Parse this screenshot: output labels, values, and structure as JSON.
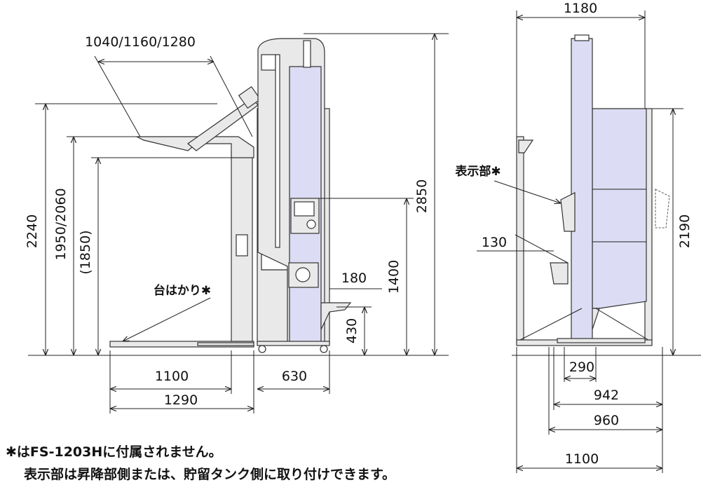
{
  "side_view": {
    "dims": {
      "hopper_width": "1040/1160/1280",
      "hopper_height_max": "2240",
      "table_height": "1950/2060",
      "table_height_alt": "(1850)",
      "total_height": "2850",
      "display_height": "1400",
      "chute_height": "430",
      "chute_depth": "180",
      "scale_width": "1100",
      "scale_total": "1290",
      "frame_depth": "630"
    },
    "labels": {
      "scale": "台はかり✱"
    }
  },
  "front_view": {
    "dims": {
      "top_width": "1180",
      "tank_height": "2190",
      "side_offset": "130",
      "outlet_width": "290",
      "width_942": "942",
      "width_960": "960",
      "base_width": "1100"
    },
    "labels": {
      "display": "表示部✱"
    }
  },
  "notes": [
    "✱はFS-1203Hに付属されません。",
    "表示部は昇降部側または、貯留タンク側に取り付けできます。"
  ],
  "colors": {
    "accent": "#dcdcf4",
    "line": "#222222"
  }
}
